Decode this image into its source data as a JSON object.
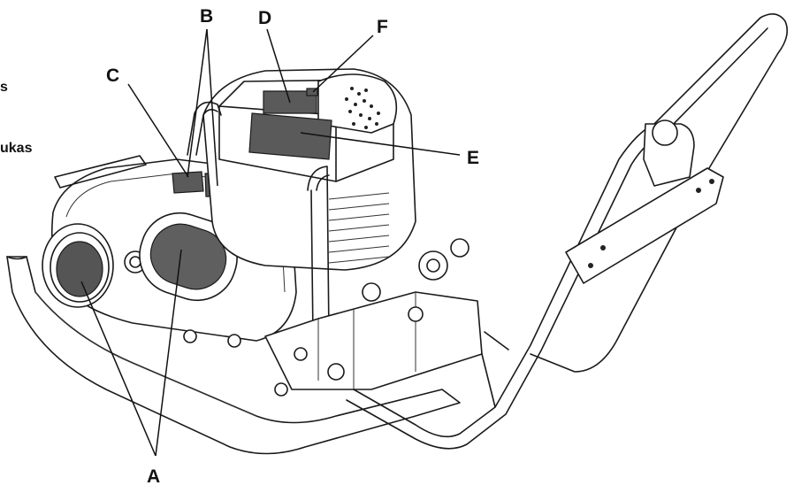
{
  "callouts": {
    "A": "A",
    "B": "B",
    "C": "C",
    "D": "D",
    "E": "E",
    "F": "F"
  },
  "side_text": {
    "line1": "s",
    "line2": "ukas"
  }
}
